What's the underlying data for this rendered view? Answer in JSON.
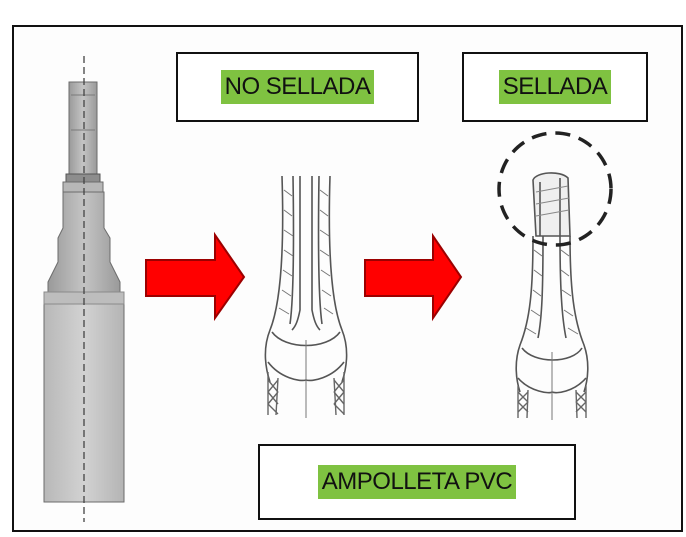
{
  "labels": {
    "not_sealed": "NO SELLADA",
    "sealed": "SELLADA",
    "ampoule": "AMPOLLETA PVC"
  },
  "colors": {
    "label_highlight": "#7fc241",
    "arrow_fill": "#ff0000",
    "ampoule_body": "#c8c8c8",
    "ampoule_neck": "#a8a8a8"
  },
  "icons": [
    "ampoule-drawing",
    "right-arrow-icon",
    "unsealed-tip-drawing",
    "sealed-tip-drawing",
    "seal-highlight-circle"
  ]
}
